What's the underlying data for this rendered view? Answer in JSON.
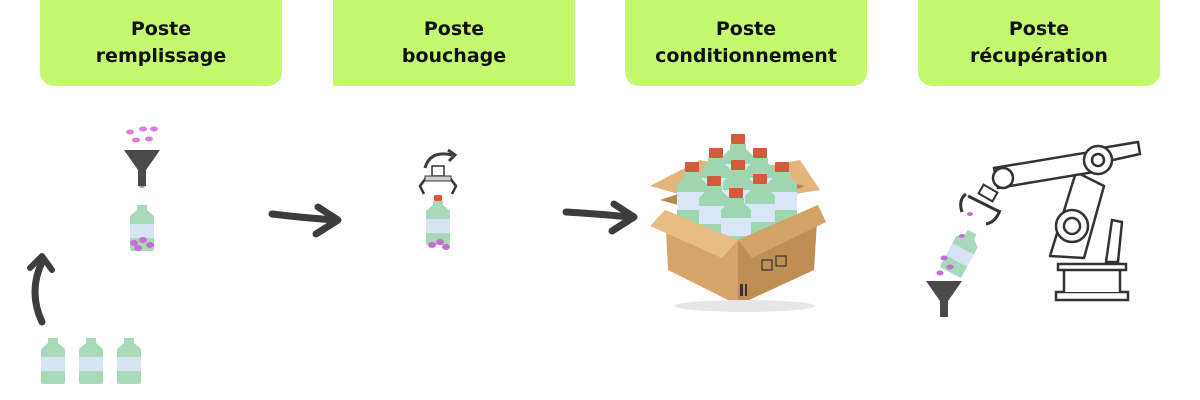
{
  "stations": [
    {
      "word": "Poste",
      "name": "remplissage"
    },
    {
      "word": "Poste",
      "name": "bouchage"
    },
    {
      "word": "Poste",
      "name": "conditionnement"
    },
    {
      "word": "Poste",
      "name": "récupération"
    }
  ],
  "colors": {
    "header_bg": "#c3f86f",
    "bottle_glass": "#a8d9b9",
    "bottle_label": "#d6e4f4",
    "cap": "#e0563c",
    "pill": "#e07ae0",
    "box": "#d6a468",
    "arrow": "#3d3d3d"
  },
  "icons": [
    "funnel-icon",
    "bottle-icon",
    "pill-icon",
    "arrow-icon",
    "gripper-icon",
    "cardboard-box-icon",
    "robot-arm-icon"
  ]
}
